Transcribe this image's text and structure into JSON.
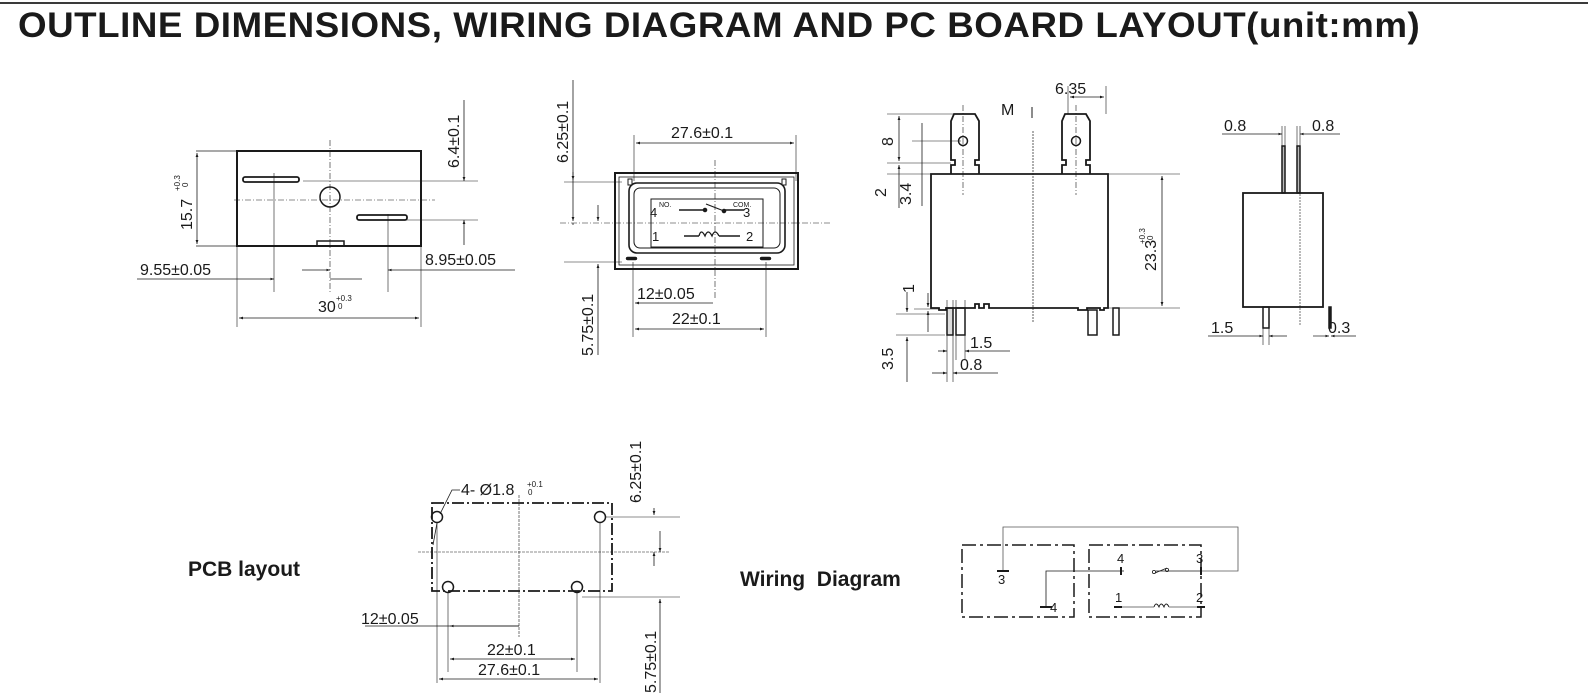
{
  "title": "OUTLINE DIMENSIONS, WIRING DIAGRAM AND PC BOARD LAYOUT(unit:mm)",
  "top_view": {
    "height": "15.7",
    "height_tol_upper": "+0.3",
    "height_tol_lower": "0",
    "terminal_offset_v": "6.4±0.1",
    "left_offset": "9.55±0.05",
    "right_offset": "8.95±0.05",
    "width": "30",
    "width_tol_upper": "+0.3",
    "width_tol_lower": "0"
  },
  "bottom_view": {
    "top_offset": "6.25±0.1",
    "bottom_offset": "5.75±0.1",
    "pin_span": "27.6±0.1",
    "coil_offset": "12±0.05",
    "coil_span": "22±0.1",
    "pin_no": "4",
    "pin_no_label": "NO.",
    "pin_com": "3",
    "pin_com_label": "COM.",
    "pin_coil_a": "1",
    "pin_coil_b": "2"
  },
  "side_view": {
    "tab_width": "6.35",
    "mark": "M",
    "tab_height": "8",
    "tab_base": "2",
    "hole_offset": "3.4",
    "body_height": "23.3",
    "body_height_tol_upper": "+0.3",
    "body_height_tol_lower": "0",
    "standoff": "1",
    "pin_length": "3.5",
    "pin_width": "1.5",
    "pin_thickness": "0.8"
  },
  "end_view": {
    "tab_thickness_left": "0.8",
    "tab_thickness_right": "0.8",
    "pin_width": "1.5",
    "pin_thickness": "0.3"
  },
  "pcb_layout": {
    "label": "PCB layout",
    "hole_spec": "4- Ø1.8",
    "hole_tol_upper": "+0.1",
    "hole_tol_lower": "0",
    "top_offset": "6.25±0.1",
    "bottom_offset": "5.75±0.1",
    "coil_offset": "12±0.05",
    "coil_span": "22±0.1",
    "pin_span": "27.6±0.1"
  },
  "wiring_diagram": {
    "label": "Wiring  Diagram",
    "left_pin_a": "3",
    "left_pin_b": "4",
    "pin_4": "4",
    "pin_3": "3",
    "pin_1": "1",
    "pin_2": "2"
  }
}
